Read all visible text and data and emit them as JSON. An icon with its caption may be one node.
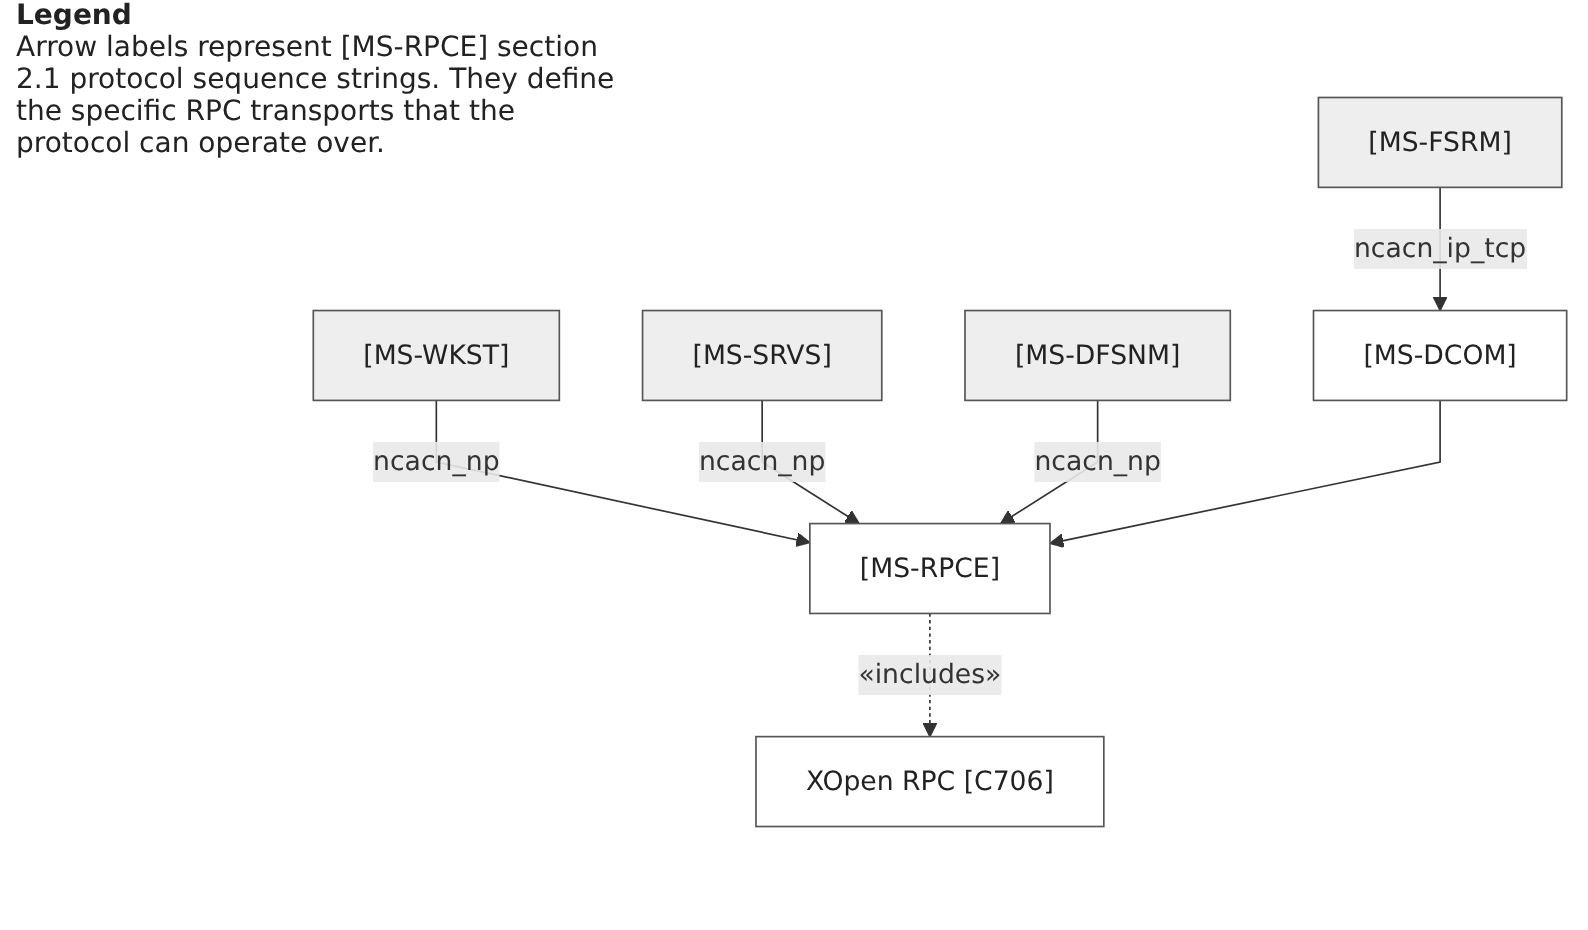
{
  "diagram": {
    "nodes": [
      {
        "text": [
          "[MS-FSRM]"
        ]
      },
      {
        "text": [
          "[MS-WKST]"
        ]
      },
      {
        "text": [
          "[MS-SRVS]"
        ]
      },
      {
        "text": [
          "[MS-DFSNM]"
        ]
      },
      {
        "text": [
          "[MS-DCOM]"
        ]
      },
      {
        "text": [
          "[MS-RPCE]"
        ]
      },
      {
        "text": [
          "XOpen RPC [C706]"
        ]
      }
    ],
    "edges": [
      {
        "from": 0,
        "to": 4,
        "arrow": "to",
        "label": "ncacn_ip_tcp"
      },
      {
        "from": 1,
        "to": 5,
        "arrow": "to",
        "label": "ncacn_np"
      },
      {
        "from": 2,
        "to": 5,
        "arrow": "to",
        "label": "ncacn_np"
      },
      {
        "from": 3,
        "to": 5,
        "arrow": "to",
        "label": "ncacn_np"
      },
      {
        "from": 4,
        "to": 5,
        "arrow": "to"
      },
      {
        "from": 5,
        "to": 6,
        "arrow": "to",
        "label": "«includes»",
        "style": "dashed"
      }
    ],
    "labels": [
      "Legend",
      "Arrow labels represent [MS-RPCE] section 2.1 protocol sequence strings. They define the specific RPC transports that the protocol can operate over."
    ]
  }
}
